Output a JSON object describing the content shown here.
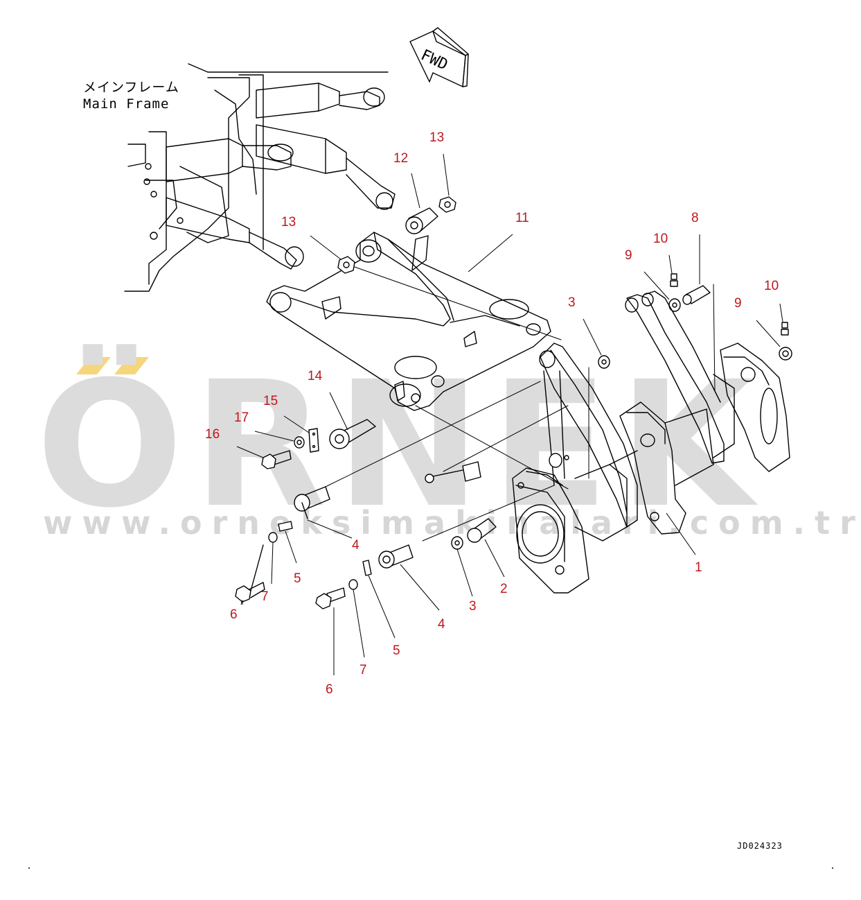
{
  "diagram": {
    "frame_label_jp": "メインフレーム",
    "frame_label_en": "Main Frame",
    "direction_label": "FWD",
    "reference_code": "JD024323",
    "callouts": {
      "c1": "1",
      "c2": "2",
      "c3a": "3",
      "c3b": "3",
      "c4a": "4",
      "c4b": "4",
      "c5a": "5",
      "c5b": "5",
      "c6a": "6",
      "c6b": "6",
      "c7a": "7",
      "c7b": "7",
      "c8": "8",
      "c9a": "9",
      "c9b": "9",
      "c10a": "10",
      "c10b": "10",
      "c11": "11",
      "c12": "12",
      "c13a": "13",
      "c13b": "13",
      "c14": "14",
      "c15": "15",
      "c16": "16",
      "c17": "17"
    }
  },
  "watermark": {
    "brand": "ÖRNEK",
    "url": "www.orneksimakinalari.com.tr",
    "color": "#d9d9d9",
    "accent": "#f6d67a"
  },
  "colors": {
    "callout": "#c0161c",
    "line": "#000000"
  }
}
